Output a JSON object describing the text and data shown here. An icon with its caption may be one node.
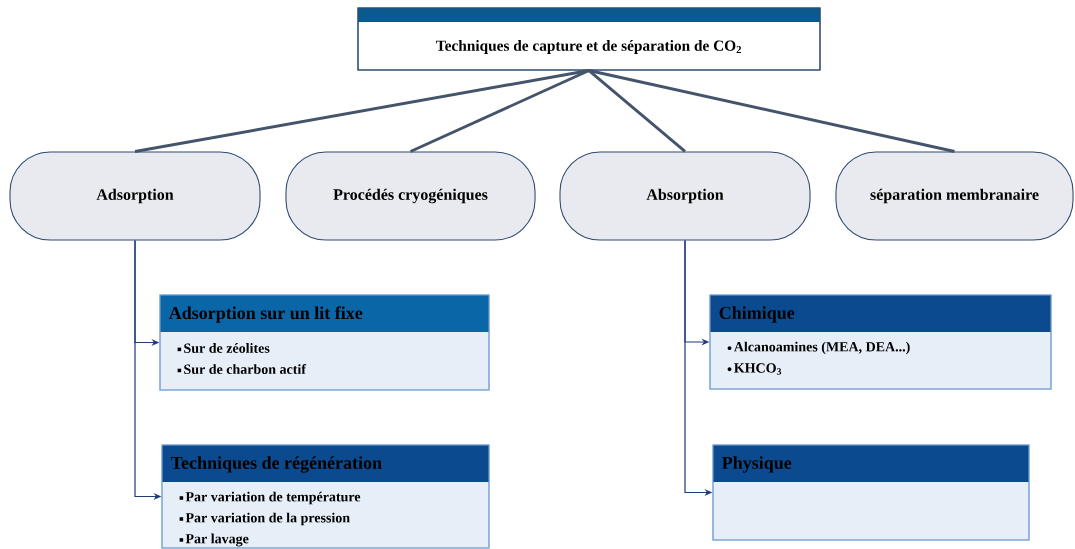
{
  "diagram": {
    "nodes": [
      {
        "text": [
          "Techniques de capture et de séparation de CO$_{2}$"
        ]
      },
      {
        "text": [
          "Adsorption"
        ]
      },
      {
        "text": [
          "Procédés cryogéniques"
        ]
      },
      {
        "text": [
          "Absorption"
        ]
      },
      {
        "text": [
          "séparation membranaire"
        ]
      },
      {
        "text": [
          "Adsorption sur un lit fixe",
          "Sur de zéolites",
          "Sur de charbon actif"
        ]
      },
      {
        "text": [
          "Techniques de régénération",
          "Par variation de température",
          "Par variation de la pression",
          "Par lavage"
        ]
      },
      {
        "text": [
          "Chimique",
          "Alcanoamines (MEA, DEA...)",
          "KHCO$_{3}$"
        ]
      },
      {
        "text": [
          "Physique"
        ]
      }
    ],
    "edges": [
      {
        "from": 0,
        "to": 1,
        "arrow": "none",
        "style": "thick",
        "color": "#44546a"
      },
      {
        "from": 0,
        "to": 2,
        "arrow": "none",
        "style": "thick",
        "color": "#44546a"
      },
      {
        "from": 0,
        "to": 3,
        "arrow": "none",
        "style": "thick",
        "color": "#44546a"
      },
      {
        "from": 0,
        "to": 4,
        "arrow": "none",
        "style": "thick",
        "color": "#44546a"
      },
      {
        "from": 1,
        "to": 5,
        "arrow": "to"
      },
      {
        "from": 1,
        "to": 6,
        "arrow": "to"
      },
      {
        "from": 3,
        "to": 7,
        "arrow": "to"
      },
      {
        "from": 3,
        "to": 8,
        "arrow": "to"
      }
    ]
  }
}
